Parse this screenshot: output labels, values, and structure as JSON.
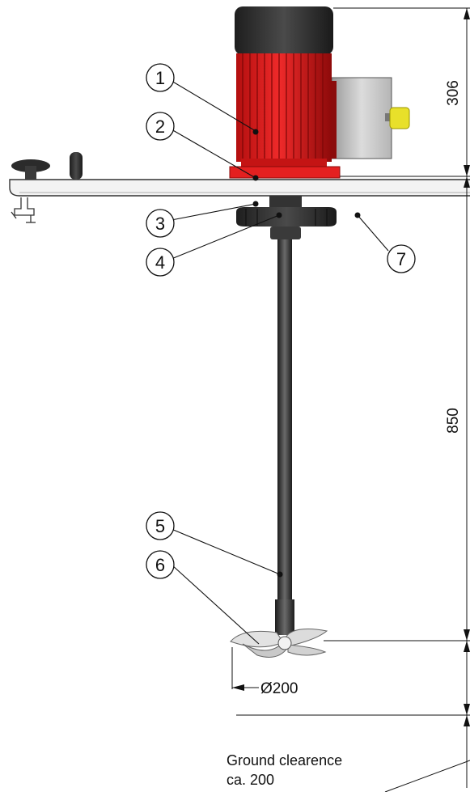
{
  "callouts": [
    "1",
    "2",
    "3",
    "4",
    "5",
    "6",
    "7"
  ],
  "dimensions": {
    "motor_height": "306",
    "shaft_length": "850",
    "impeller_diameter": "Ø200"
  },
  "ground_clearance": {
    "line1": "Ground clearence",
    "line2": "ca. 200"
  },
  "colors": {
    "motor_red": "#e01d1d",
    "motor_dark_red": "#9c0b0b",
    "motor_cap": "#2e2e2e",
    "terminal_box": "#c9c9c9",
    "switch_yellow": "#e8e02a",
    "shaft": "#2f2f2f",
    "plate": "#eeeeee"
  }
}
